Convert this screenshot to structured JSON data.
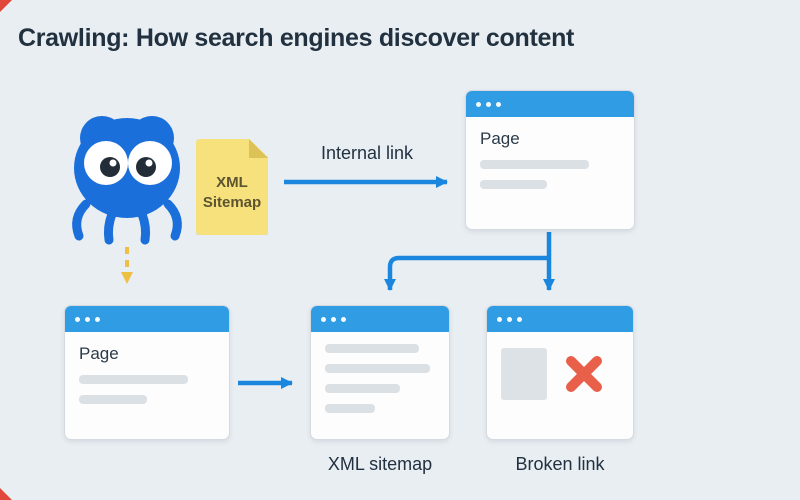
{
  "title": "Crawling: How search engines discover content",
  "doc": {
    "line1": "XML",
    "line2": "Sitemap"
  },
  "arrows": {
    "internal_link_label": "Internal link"
  },
  "windows": {
    "top_page": {
      "label": "Page"
    },
    "bottom_page": {
      "label": "Page"
    },
    "xml_sitemap": {
      "caption": "XML sitemap"
    },
    "broken_link": {
      "caption": "Broken link"
    }
  },
  "icons": {
    "spider": "spider-crawler-icon",
    "window_dots": "window-dots-icon",
    "broken_x": "broken-link-x-icon"
  },
  "colors": {
    "background": "#e9eef2",
    "title_text": "#223140",
    "arrow_blue": "#1b86dd",
    "window_header_blue": "#2f9ce3",
    "spider_blue": "#1a6fdb",
    "doc_yellow": "#f6e17c",
    "doc_fold": "#dcc257",
    "dashed_arrow_yellow": "#edbf45",
    "broken_x_red": "#e8604a",
    "skeleton_gray": "#dbe0e5",
    "corner_mark_red": "#e0483c"
  }
}
